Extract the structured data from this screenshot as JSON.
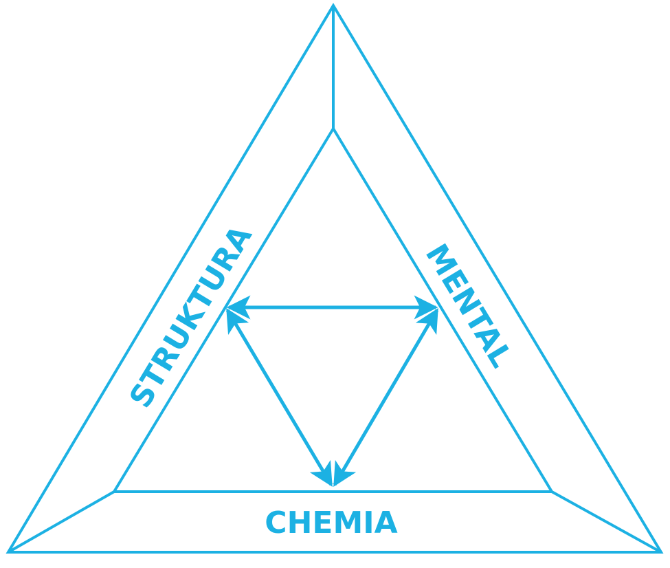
{
  "diagram": {
    "accent_color": "#1cb1e3",
    "labels": {
      "left": "STRUKTURA",
      "right": "MENTAL",
      "bottom": "CHEMIA"
    },
    "arrows": [
      {
        "from": "STRUKTURA",
        "to": "MENTAL",
        "bidirectional": true
      },
      {
        "from": "STRUKTURA",
        "to": "CHEMIA",
        "bidirectional": true
      },
      {
        "from": "MENTAL",
        "to": "CHEMIA",
        "bidirectional": true
      }
    ]
  }
}
